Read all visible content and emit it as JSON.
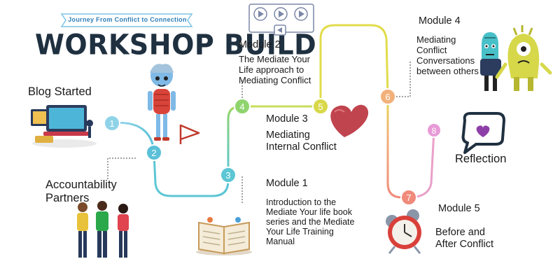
{
  "subtitle": "Journey From Conflict to Connection",
  "title": "WORKSHOP BUILD",
  "milestones": [
    {
      "number": "1",
      "label": "Blog Started"
    },
    {
      "number": "2",
      "label": "Accountability Partners"
    },
    {
      "number": "3",
      "label": "Module 1",
      "description": "Introduction to the Mediate Your life book series and the Mediate Your Life Training Manual"
    },
    {
      "number": "4",
      "label": "Module 2",
      "description": "The Mediate Your Life approach to Mediating Conflict"
    },
    {
      "number": "5",
      "label": "Module 3",
      "description": "Mediating Internal Conflict"
    },
    {
      "number": "6",
      "label": "Module 4",
      "description": "Mediating Conflict Conversations between others"
    },
    {
      "number": "7",
      "label": "Module 5",
      "description": "Before and After Conflict"
    },
    {
      "number": "8",
      "label": "Reflection"
    }
  ],
  "colors": {
    "node1": "#8fd3e8",
    "node2": "#5bc0d8",
    "node3": "#5cc6d4",
    "node4": "#8fd46e",
    "node5": "#d8d84a",
    "node6": "#f2b07a",
    "node7": "#f08a7a",
    "node8": "#e79ad6"
  },
  "icons": [
    "video-player-icon",
    "laptop-blog-icon",
    "character-icon",
    "flag-icon",
    "heart-icon",
    "monsters-icon",
    "chat-heart-icon",
    "alarm-clock-icon",
    "book-icon",
    "people-icon"
  ]
}
